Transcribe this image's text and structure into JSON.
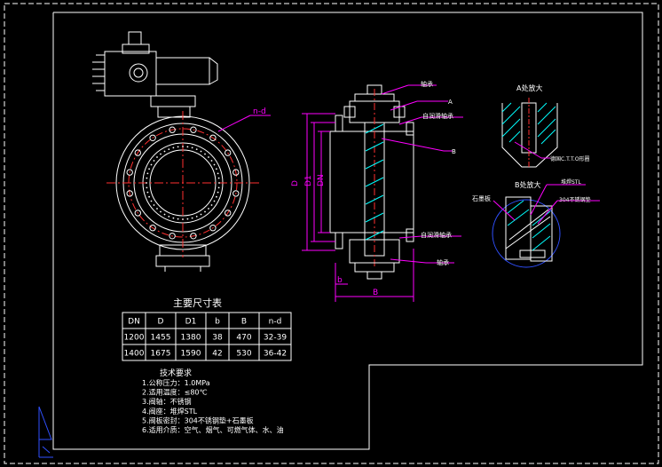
{
  "colors": {
    "background": "#000000",
    "line": "#ffffff",
    "dimension": "#ff00ff",
    "centerline": "#ff3030",
    "hatch": "#00ffff",
    "detail_circle": "#3050ff",
    "accent": "#ffff00"
  },
  "front_view": {
    "callout_label": "n-d"
  },
  "side_view": {
    "callouts": {
      "bearing_top": "轴承",
      "self_lube_top": "自润滑轴承",
      "self_lube_bottom": "自润滑轴承",
      "bearing_bottom": "轴承",
      "marker_a": "A",
      "marker_b": "B"
    },
    "dims": {
      "D": "D",
      "D1": "D1",
      "DN": "DN",
      "b": "b",
      "B": "B"
    }
  },
  "detail_a": {
    "title": "A处放大",
    "note": "德国C.T.T.O形圈"
  },
  "detail_b": {
    "title": "B处放大",
    "label_graphite": "石墨板",
    "label_weld": "堆焊STL",
    "label_ss": "304不锈钢垫"
  },
  "dimension_table": {
    "title": "主要尺寸表",
    "headers": [
      "DN",
      "D",
      "D1",
      "b",
      "B",
      "n-d"
    ],
    "rows": [
      [
        "1200",
        "1455",
        "1380",
        "38",
        "470",
        "32-39"
      ],
      [
        "1400",
        "1675",
        "1590",
        "42",
        "530",
        "36-42"
      ]
    ]
  },
  "tech_requirements": {
    "title": "技术要求",
    "items": [
      "1.公称压力：1.0MPa",
      "2.适用温度：≤80℃",
      "3.阀轴：不锈钢",
      "4.阀座：堆焊STL",
      "5.阀板密封：304不锈钢垫+石墨板",
      "6.适用介质：空气、烟气、可燃气体、水、油"
    ]
  }
}
